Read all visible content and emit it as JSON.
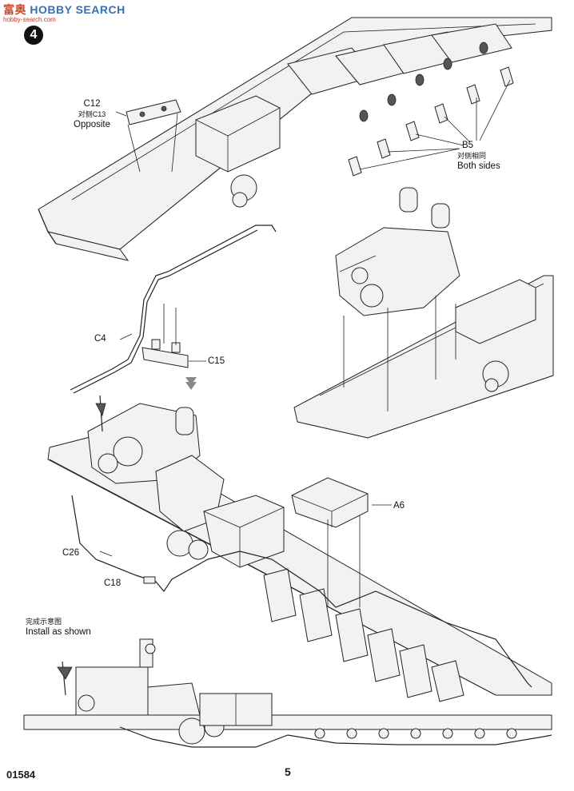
{
  "watermark": {
    "brand_prefix": "富",
    "brand_mid": "奥",
    "brand_text": "HOBBY SEARCH",
    "url": "hobby-search.com"
  },
  "step_number": "4",
  "callouts": {
    "c12": {
      "part": "C12",
      "note_cn": "对侧C13",
      "note_en": "Opposite"
    },
    "b5": {
      "part": "B5",
      "note_cn": "对侧相同",
      "note_en": "Both sides"
    },
    "c4": {
      "part": "C4"
    },
    "c15": {
      "part": "C15"
    },
    "a6": {
      "part": "A6"
    },
    "c26": {
      "part": "C26"
    },
    "c18": {
      "part": "C18"
    }
  },
  "completed_view": {
    "title_cn": "完成示意图",
    "title_en": "Install as shown"
  },
  "footer": {
    "kit_number": "01584",
    "page_number": "5"
  }
}
